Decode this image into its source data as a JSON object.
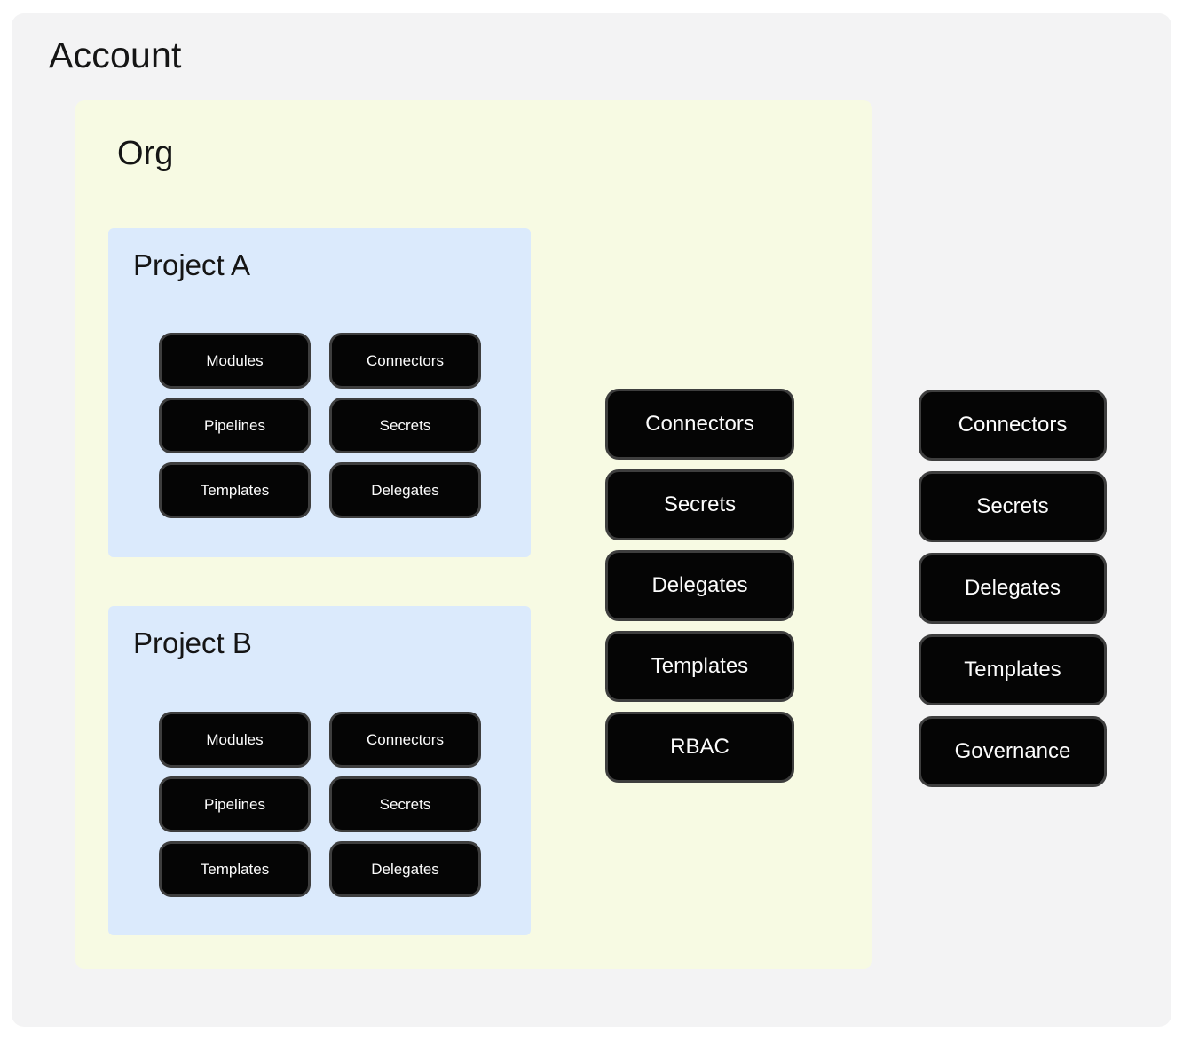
{
  "colors": {
    "page_bg": "#ffffff",
    "account_bg": "#f3f3f4",
    "org_bg": "#f7fae3",
    "project_bg": "#dbeafc",
    "pill_bg": "#050505",
    "pill_border": "#3e3e3e",
    "pill_text": "#fcfcfc",
    "title_text": "#151515"
  },
  "account": {
    "title": "Account",
    "pills": [
      "Connectors",
      "Secrets",
      "Delegates",
      "Templates",
      "Governance"
    ],
    "org": {
      "title": "Org",
      "pills": [
        "Connectors",
        "Secrets",
        "Delegates",
        "Templates",
        "RBAC"
      ],
      "projects": [
        {
          "title": "Project A",
          "pills": [
            "Modules",
            "Connectors",
            "Pipelines",
            "Secrets",
            "Templates",
            "Delegates"
          ]
        },
        {
          "title": "Project B",
          "pills": [
            "Modules",
            "Connectors",
            "Pipelines",
            "Secrets",
            "Templates",
            "Delegates"
          ]
        }
      ]
    }
  }
}
